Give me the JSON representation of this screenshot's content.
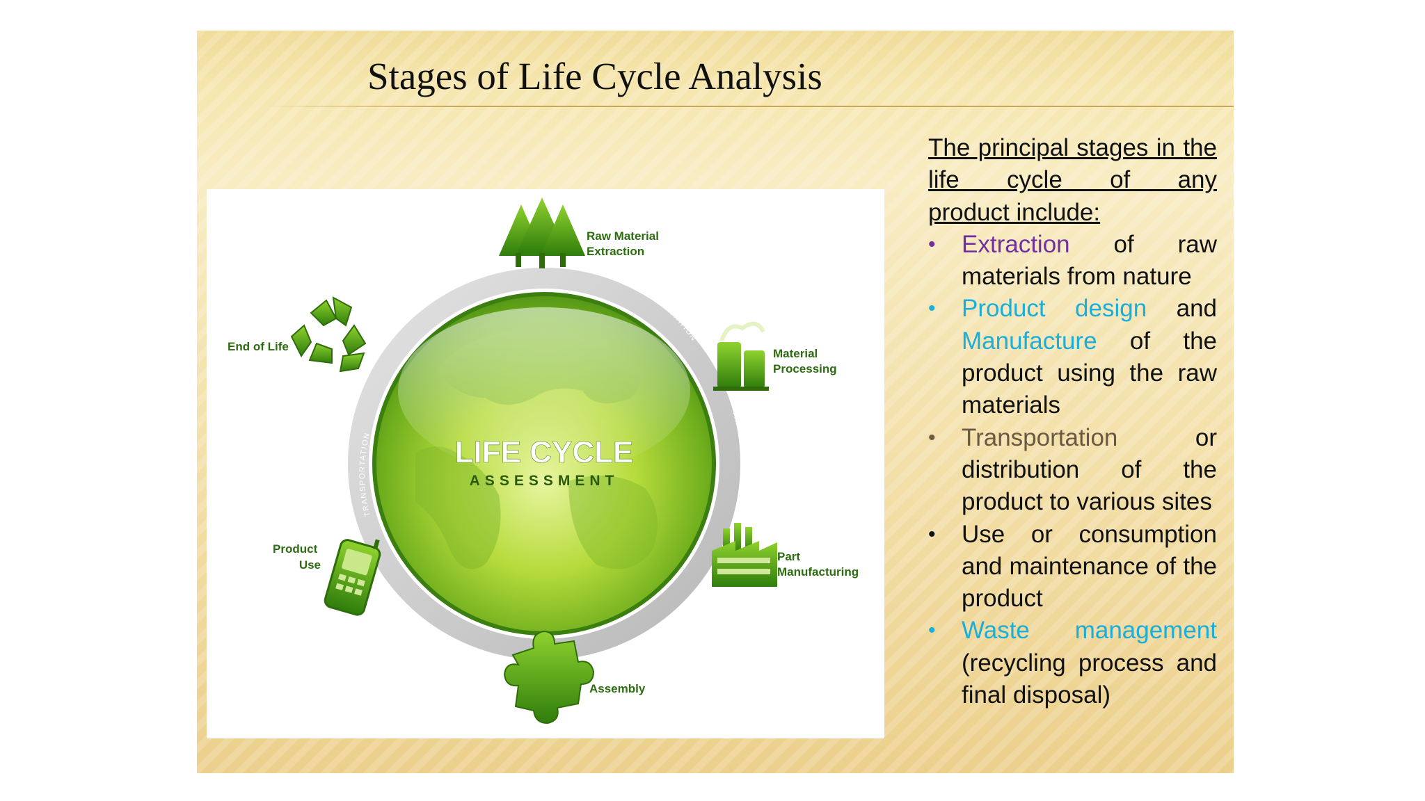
{
  "title": "Stages of Life Cycle Analysis",
  "diagram": {
    "center_title": "LIFE CYCLE",
    "center_subtitle": "ASSESSMENT",
    "stages": {
      "raw_material_extraction": [
        "Raw Material",
        "Extraction"
      ],
      "material_processing": [
        "Material",
        "Processing"
      ],
      "part_manufacturing": [
        "Part",
        "Manufacturing"
      ],
      "assembly": [
        "Assembly"
      ],
      "product_use": [
        "Product",
        "Use"
      ],
      "end_of_life": [
        "End of Life"
      ]
    },
    "ring_label": "TRANSPORTATION",
    "icons": [
      "trees-icon",
      "silo-icon",
      "factory-icon",
      "puzzle-piece-icon",
      "cell-phone-icon",
      "recycle-icon",
      "globe-icon"
    ],
    "colors": {
      "green_dark": "#2f7d0c",
      "green_light": "#a6d63a",
      "ring_gray": "#c9c9c9",
      "label_green": "#2c6d10"
    }
  },
  "text_panel": {
    "intro_lines": [
      "The principal stages in",
      "the life cycle of any",
      "product include:"
    ],
    "stages": [
      {
        "highlight": "Extraction",
        "highlight2": "",
        "rest": " of raw materials from nature",
        "color": "#7030a0",
        "bullet_color": "#7030a0"
      },
      {
        "highlight": "Product design",
        "middle": " and ",
        "highlight2": "Manufacture",
        "rest": " of the product using the raw materials",
        "color": "#1aaed8",
        "bullet_color": "#1aaed8"
      },
      {
        "highlight": "Transportation",
        "highlight2": "",
        "rest": " or distribution of the product to various sites",
        "color": "#6b5840",
        "bullet_color": "#6b5840"
      },
      {
        "highlight": "",
        "highlight2": "",
        "rest": "Use or consumption and maintenance of the product",
        "color": "#111111",
        "bullet_color": "#111111"
      },
      {
        "highlight": "Waste management",
        "highlight2": "",
        "rest": " (recycling process and final disposal)",
        "color": "#1aaed8",
        "bullet_color": "#1aaed8"
      }
    ]
  }
}
